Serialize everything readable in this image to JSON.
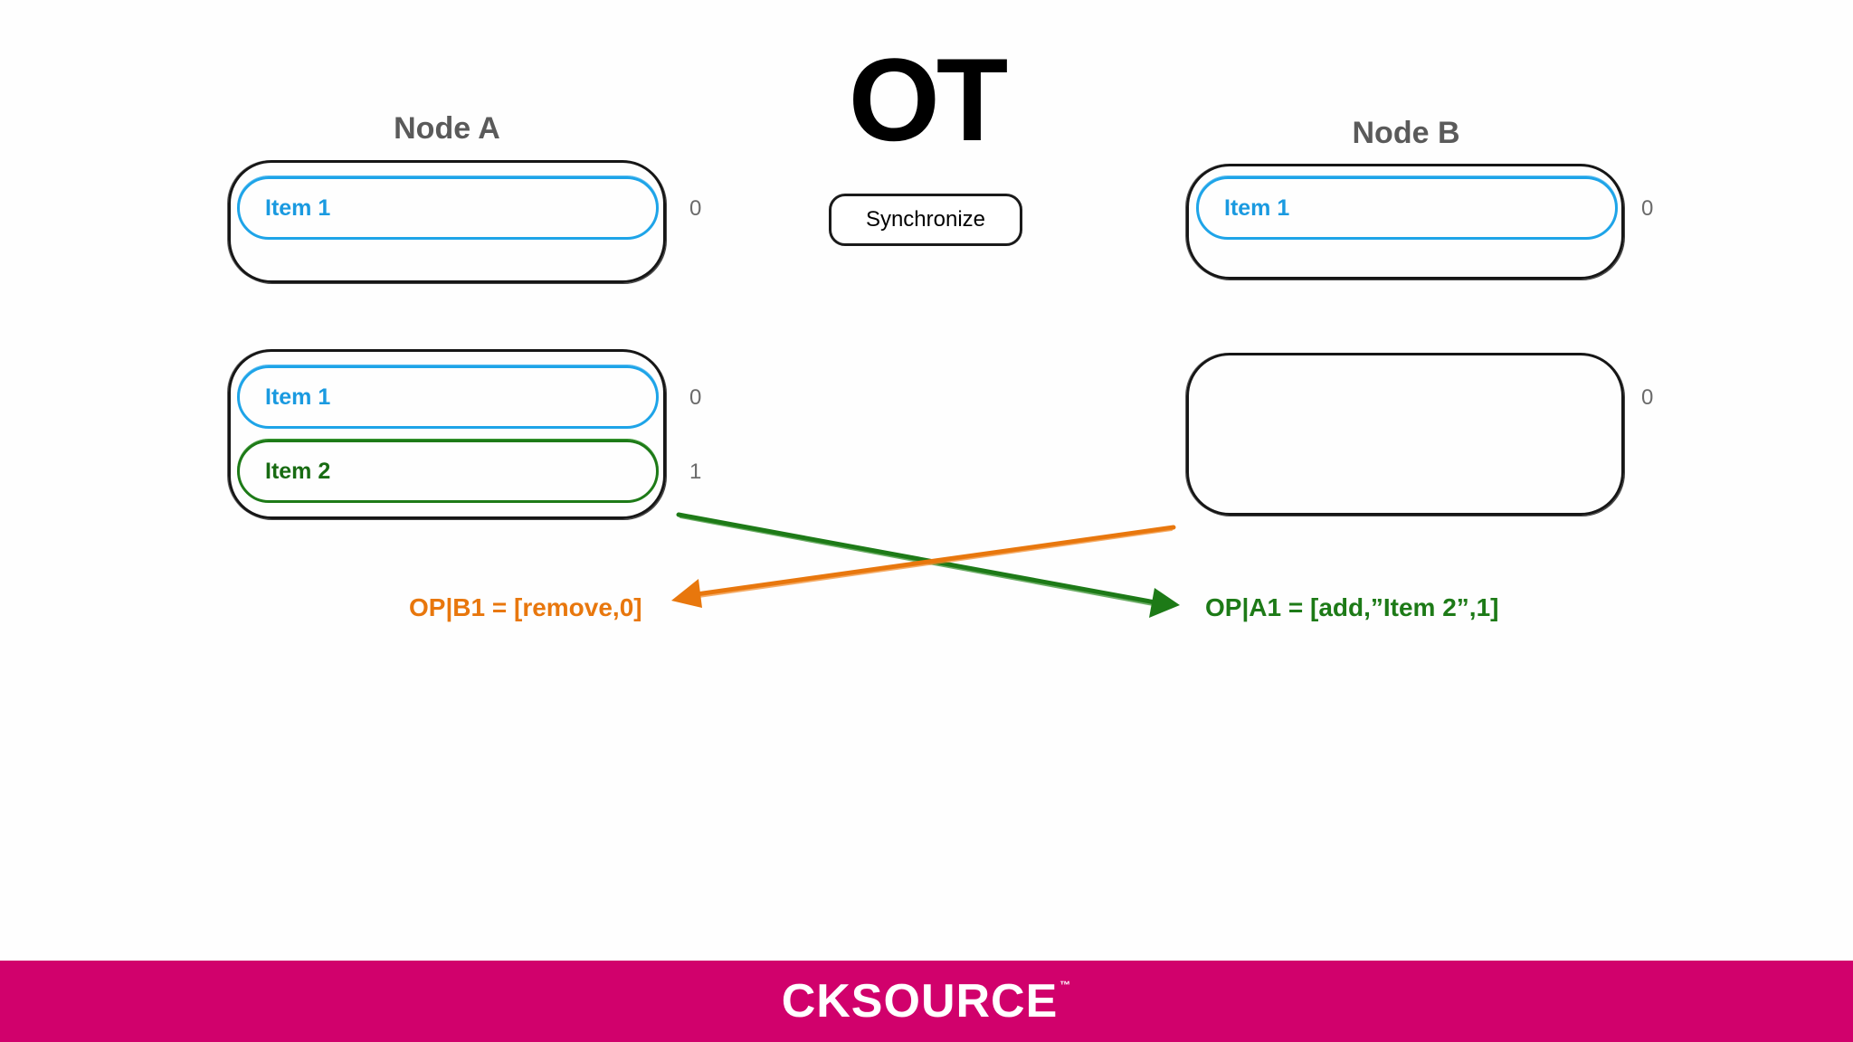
{
  "title": "OT",
  "sync_button": "Synchronize",
  "node_a": {
    "label": "Node A",
    "top_list": {
      "items": [
        "Item 1"
      ],
      "indices": [
        "0"
      ]
    },
    "bottom_list": {
      "items": [
        "Item 1",
        "Item 2"
      ],
      "indices": [
        "0",
        "1"
      ]
    }
  },
  "node_b": {
    "label": "Node B",
    "top_list": {
      "items": [
        "Item 1"
      ],
      "indices": [
        "0"
      ]
    },
    "bottom_list": {
      "items": [],
      "indices": [
        "0"
      ]
    }
  },
  "operations": {
    "op_b1": "OP|B1 = [remove,0]",
    "op_a1": "OP|A1 = [add,”Item 2”,1]"
  },
  "footer": {
    "brand": "CKSOURCE",
    "trademark": "™"
  },
  "colors": {
    "item_blue": "#1ea4e8",
    "item_green": "#1d7a17",
    "op_orange": "#e8770d",
    "op_green": "#1d7a17",
    "footer_bg": "#d1016c"
  },
  "icons": [
    "arrow-left-icon",
    "arrow-right-icon"
  ]
}
